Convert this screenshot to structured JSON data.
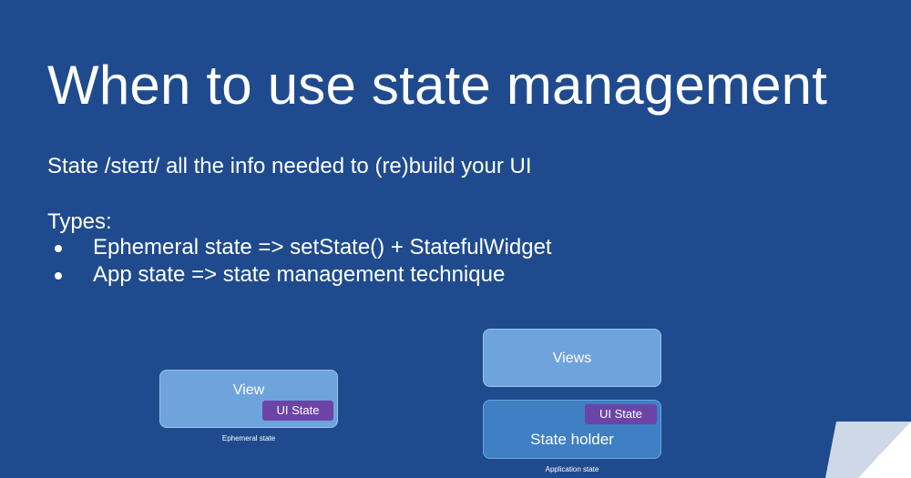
{
  "slide": {
    "title": "When to use state management",
    "definition": "State /steɪt/ all the info needed to (re)build your UI",
    "types_label": "Types:",
    "bullets": [
      "Ephemeral state => setState() + StatefulWidget",
      "App state => state management technique"
    ]
  },
  "diagram_ephemeral": {
    "view_label": "View",
    "ui_state_label": "UI State",
    "caption": "Ephemeral state"
  },
  "diagram_app": {
    "views_label": "Views",
    "ui_state_label": "UI State",
    "state_holder_label": "State holder",
    "caption": "Application state"
  },
  "colors": {
    "background": "#1f4b8e",
    "light_box": "#6ea3dc",
    "mid_box": "#3f7fc4",
    "chip": "#6b44a6"
  }
}
